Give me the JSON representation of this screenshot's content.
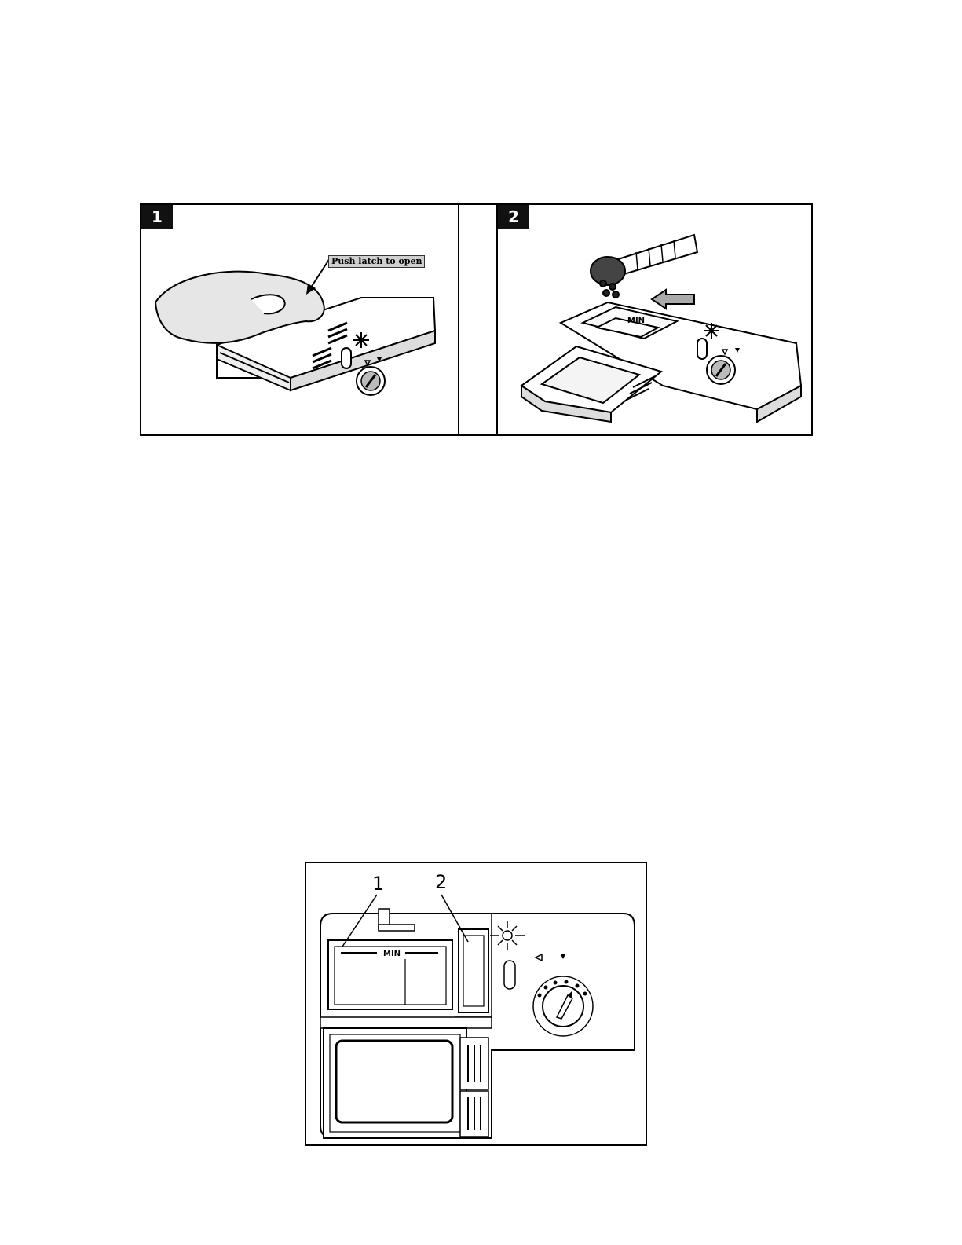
{
  "figure_top": {
    "panel_1": {
      "step": "1",
      "callout": "Push latch to open"
    },
    "panel_2": {
      "step": "2",
      "level_mark": "MIN"
    }
  },
  "figure_bottom": {
    "labels": [
      "1",
      "2"
    ],
    "level_mark": "MIN"
  },
  "icons": [
    "hand-icon",
    "arrow-icon",
    "sun-icon",
    "dial-icon",
    "spoon-icon"
  ]
}
